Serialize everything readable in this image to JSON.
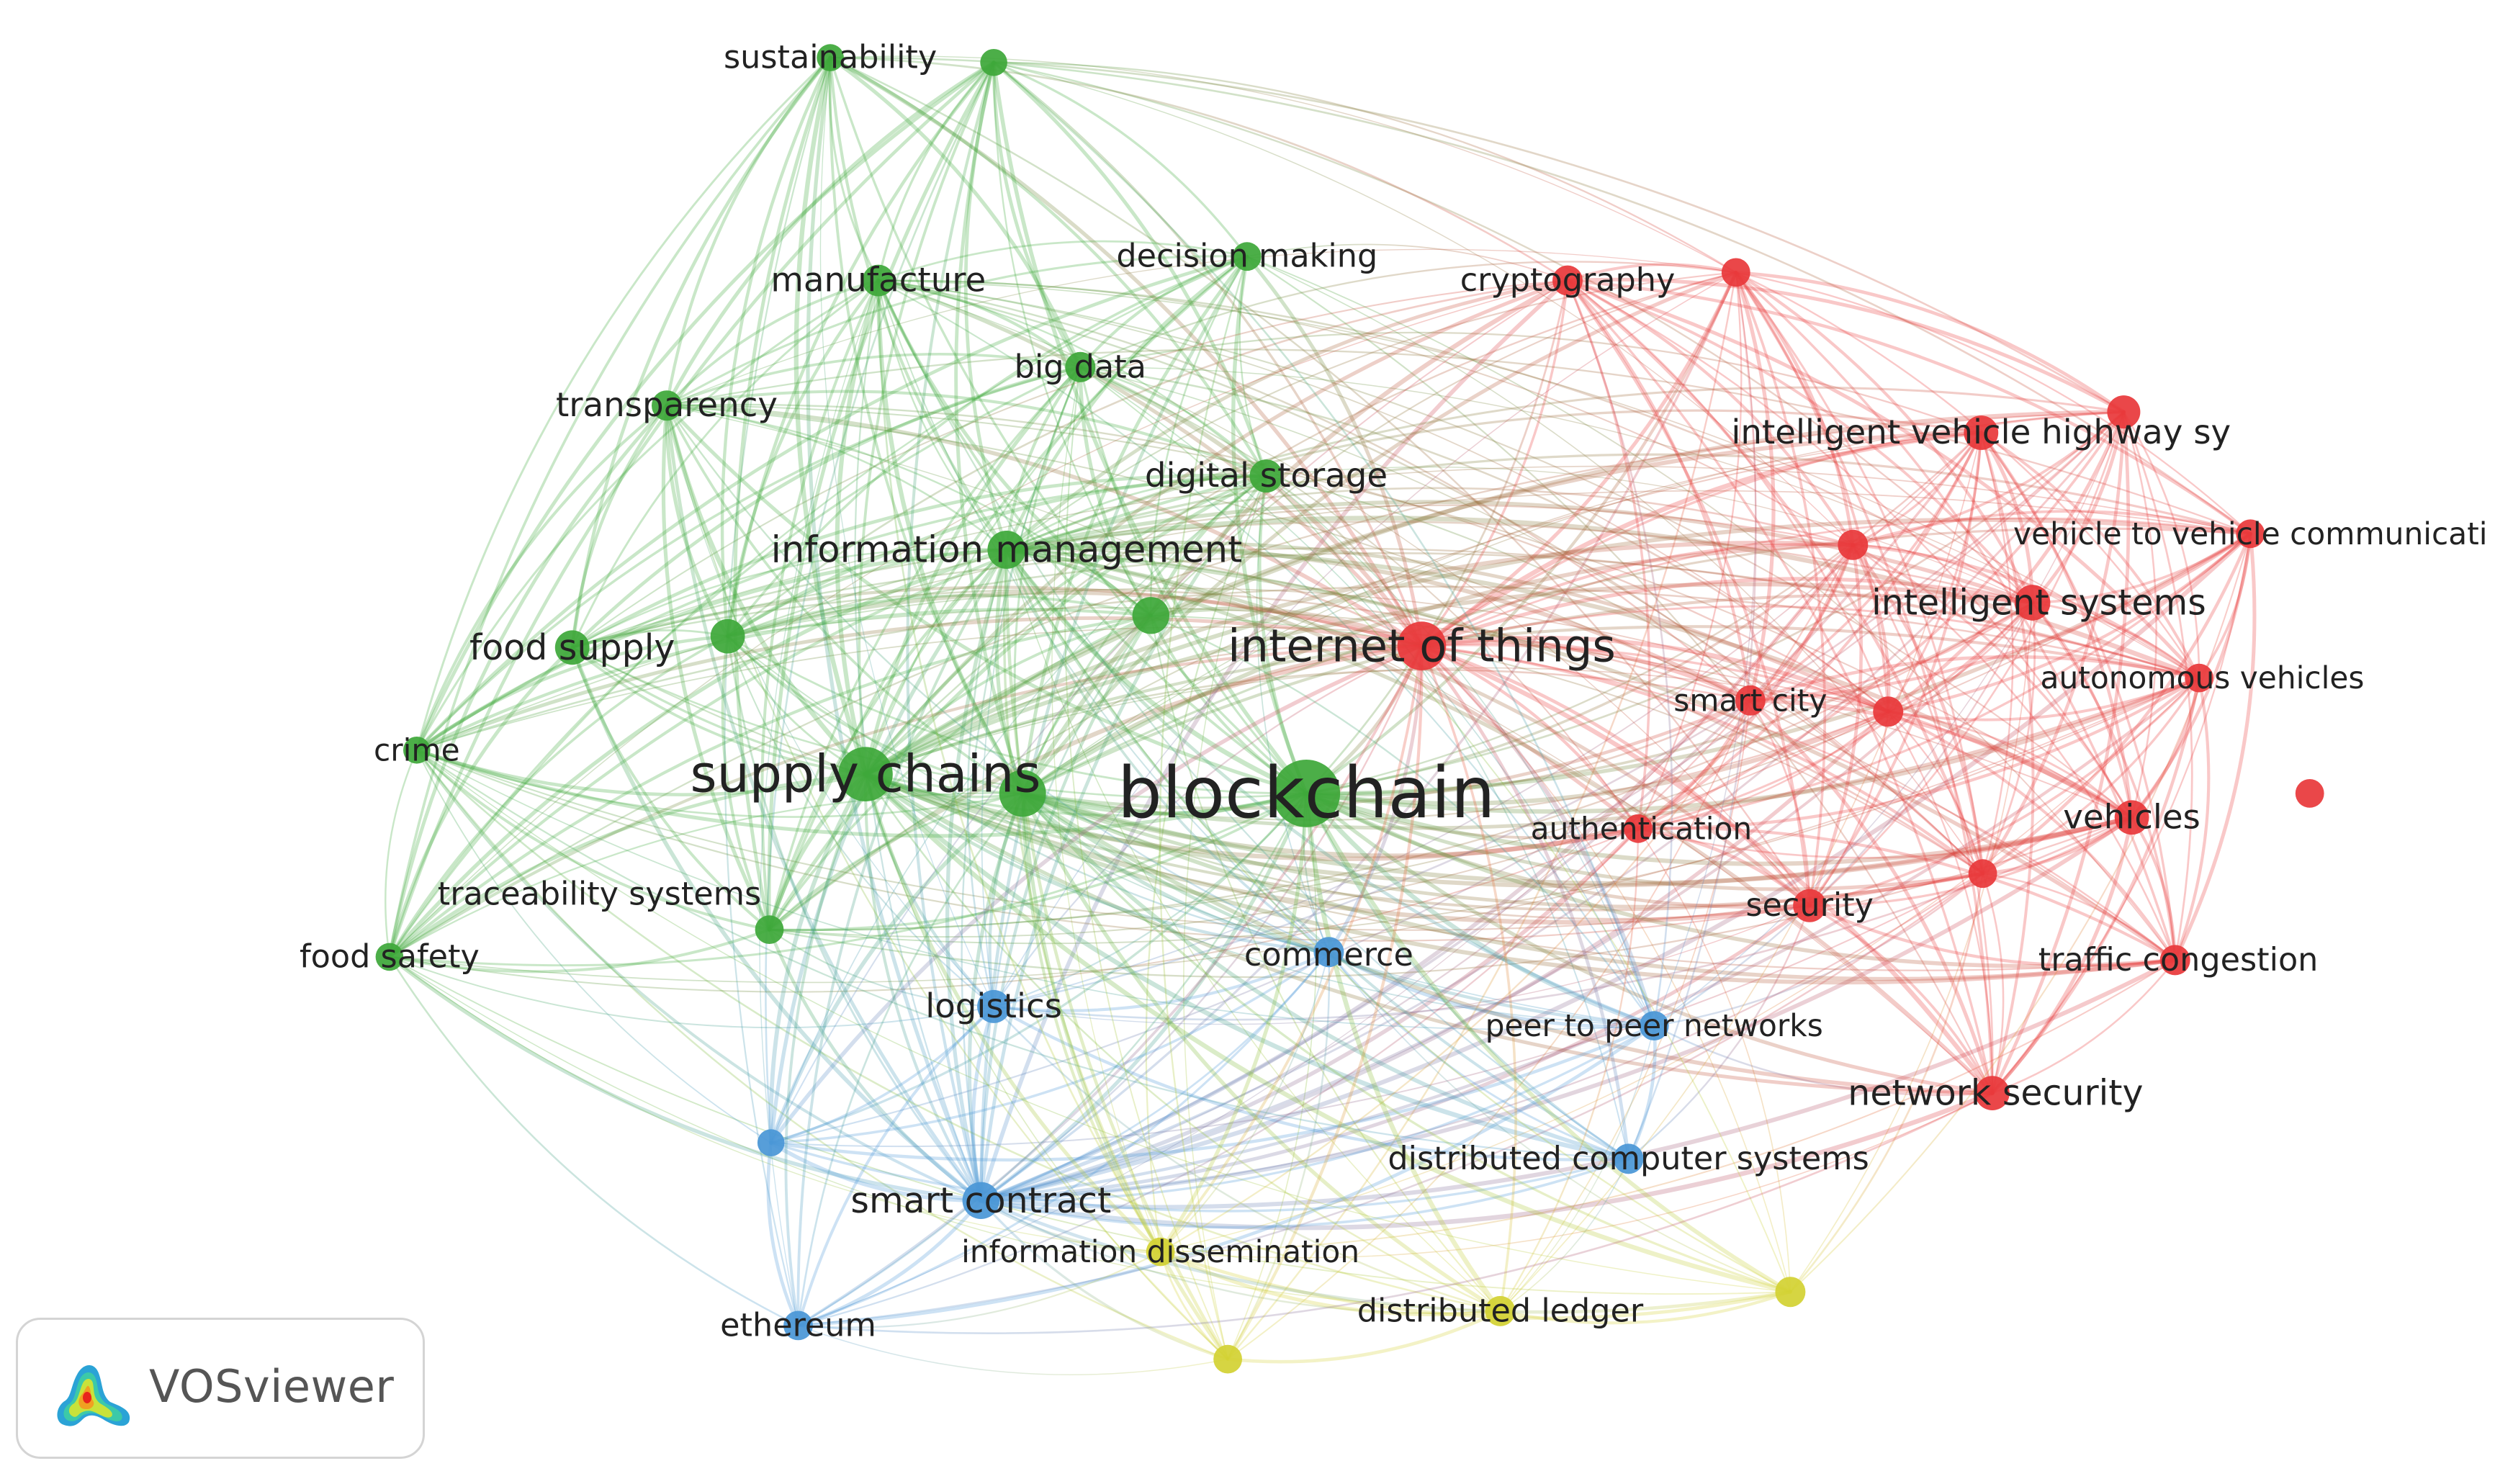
{
  "clusters": {
    "c1": {
      "color": "#e8393b"
    },
    "c2": {
      "color": "#3ea83a"
    },
    "c3": {
      "color": "#4a97d6"
    },
    "c4": {
      "color": "#d3d234"
    }
  },
  "nodes": [
    {
      "id": "blockchain",
      "label": "blockchain",
      "cluster": "c2",
      "weight": 10
    },
    {
      "id": "supply_chains",
      "label": "supply chains",
      "cluster": "c2",
      "weight": 6.5
    },
    {
      "id": "supply_chains_b",
      "label": "",
      "cluster": "c2",
      "weight": 4.8
    },
    {
      "id": "internet_of_things",
      "label": "internet of things",
      "cluster": "c1",
      "weight": 5.2
    },
    {
      "id": "information_management",
      "label": "information management",
      "cluster": "c2",
      "weight": 3.2
    },
    {
      "id": "digital_storage",
      "label": "digital storage",
      "cluster": "c2",
      "weight": 2.4
    },
    {
      "id": "unlabeled_green_1",
      "label": "",
      "cluster": "c2",
      "weight": 3.0
    },
    {
      "id": "unlabeled_green_2",
      "label": "",
      "cluster": "c2",
      "weight": 2.6
    },
    {
      "id": "food_supply",
      "label": "food supply",
      "cluster": "c2",
      "weight": 2.6
    },
    {
      "id": "sustainability",
      "label": "sustainability",
      "cluster": "c2",
      "weight": 1.6
    },
    {
      "id": "unlabeled_green_3",
      "label": "",
      "cluster": "c2",
      "weight": 1.6
    },
    {
      "id": "manufacture",
      "label": "manufacture",
      "cluster": "c2",
      "weight": 2.2
    },
    {
      "id": "decision_making",
      "label": "decision making",
      "cluster": "c2",
      "weight": 1.8
    },
    {
      "id": "big_data",
      "label": "big data",
      "cluster": "c2",
      "weight": 2.0
    },
    {
      "id": "transparency",
      "label": "transparency",
      "cluster": "c2",
      "weight": 2.0
    },
    {
      "id": "crime",
      "label": "crime",
      "cluster": "c2",
      "weight": 1.6
    },
    {
      "id": "traceability_systems",
      "label": "traceability systems",
      "cluster": "c2",
      "weight": 1.8
    },
    {
      "id": "food_safety",
      "label": "food safety",
      "cluster": "c2",
      "weight": 1.7
    },
    {
      "id": "cryptography",
      "label": "cryptography",
      "cluster": "c1",
      "weight": 2.0
    },
    {
      "id": "unlabeled_red_1",
      "label": "",
      "cluster": "c1",
      "weight": 1.8
    },
    {
      "id": "intelligent_vehicle_highway",
      "label": "intelligent vehicle highway sy",
      "cluster": "c1",
      "weight": 2.6
    },
    {
      "id": "unlabeled_red_2",
      "label": "",
      "cluster": "c1",
      "weight": 2.4
    },
    {
      "id": "vehicle_to_vehicle",
      "label": "vehicle to vehicle communicati",
      "cluster": "c1",
      "weight": 1.8
    },
    {
      "id": "unlabeled_red_3",
      "label": "",
      "cluster": "c1",
      "weight": 2.0
    },
    {
      "id": "intelligent_systems",
      "label": "intelligent systems",
      "cluster": "c1",
      "weight": 2.8
    },
    {
      "id": "autonomous_vehicles",
      "label": "autonomous vehicles",
      "cluster": "c1",
      "weight": 1.8
    },
    {
      "id": "smart_city",
      "label": "smart city",
      "cluster": "c1",
      "weight": 2.0
    },
    {
      "id": "unlabeled_red_4",
      "label": "",
      "cluster": "c1",
      "weight": 2.0
    },
    {
      "id": "authentication",
      "label": "authentication",
      "cluster": "c1",
      "weight": 1.8
    },
    {
      "id": "vehicles",
      "label": "vehicles",
      "cluster": "c1",
      "weight": 2.6
    },
    {
      "id": "security",
      "label": "security",
      "cluster": "c1",
      "weight": 2.4
    },
    {
      "id": "unlabeled_red_5",
      "label": "",
      "cluster": "c1",
      "weight": 1.8
    },
    {
      "id": "traffic_congestion",
      "label": "traffic congestion",
      "cluster": "c1",
      "weight": 2.0
    },
    {
      "id": "network_security",
      "label": "network security",
      "cluster": "c1",
      "weight": 2.6
    },
    {
      "id": "commerce",
      "label": "commerce",
      "cluster": "c3",
      "weight": 2.0
    },
    {
      "id": "logistics",
      "label": "logistics",
      "cluster": "c3",
      "weight": 2.4
    },
    {
      "id": "peer_to_peer",
      "label": "peer to peer networks",
      "cluster": "c3",
      "weight": 1.9
    },
    {
      "id": "unlabeled_blue_1",
      "label": "",
      "cluster": "c3",
      "weight": 1.6
    },
    {
      "id": "smart_contract",
      "label": "smart contract",
      "cluster": "c3",
      "weight": 3.0
    },
    {
      "id": "distributed_computer_systems",
      "label": "distributed computer systems",
      "cluster": "c3",
      "weight": 2.0
    },
    {
      "id": "ethereum",
      "label": "ethereum",
      "cluster": "c3",
      "weight": 1.9
    },
    {
      "id": "information_dissemination",
      "label": "information dissemination",
      "cluster": "c4",
      "weight": 1.8
    },
    {
      "id": "distributed_ledger",
      "label": "distributed ledger",
      "cluster": "c4",
      "weight": 2.0
    },
    {
      "id": "unlabeled_yellow_1",
      "label": "",
      "cluster": "c4",
      "weight": 2.0
    },
    {
      "id": "unlabeled_yellow_2",
      "label": "",
      "cluster": "c4",
      "weight": 1.8
    }
  ],
  "branding": {
    "logo_text": "VOSviewer"
  }
}
